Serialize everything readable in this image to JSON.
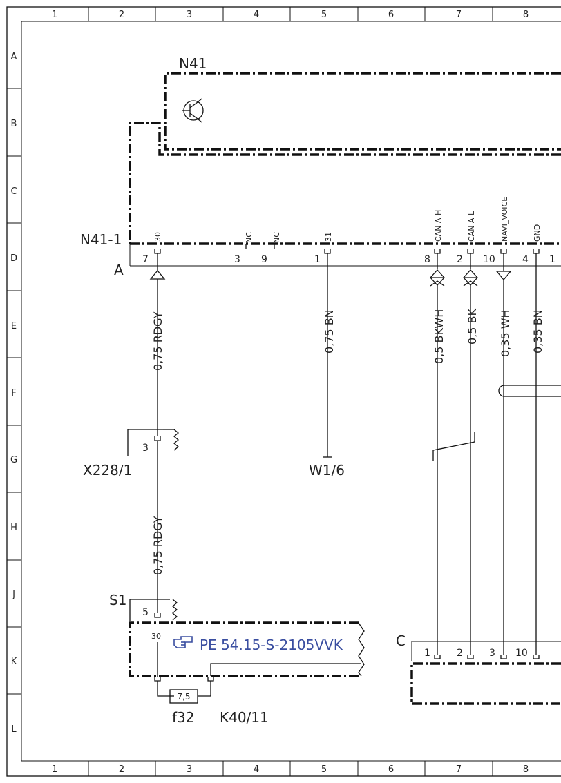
{
  "grid": {
    "columns": [
      "1",
      "2",
      "3",
      "4",
      "5",
      "6",
      "7",
      "8"
    ],
    "rows": [
      "A",
      "B",
      "C",
      "D",
      "E",
      "F",
      "G",
      "H",
      "J",
      "K",
      "L"
    ]
  },
  "components": {
    "n41": "N41",
    "n41_1": "N41-1",
    "connector_a": "A",
    "x228_1": "X228/1",
    "w1_6": "W1/6",
    "s1": "S1",
    "f32": "f32",
    "k40_11": "K40/11",
    "connector_c": "C"
  },
  "connector_a_pins": {
    "p7": "7",
    "p3": "3",
    "p9": "9",
    "p1": "1",
    "p8": "8",
    "p2": "2",
    "p10": "10",
    "p4": "4",
    "p1b": "1"
  },
  "pin_signals": {
    "s30": "30",
    "nc1": "NC",
    "nc2": "NC",
    "s31": "31",
    "can_a_h": "CAN A H",
    "can_a_l": "CAN A L",
    "navi_voice": "NAVI_VOICE",
    "gnd": "GND"
  },
  "wires": {
    "w1": "0,75 RDGY",
    "w2": "0,75 BN",
    "w3": "0,5 BKWH",
    "w4": "0,5 BK",
    "w5": "0,35 WH",
    "w6": "0,35 BN",
    "w7": "0,75 RDGY"
  },
  "x228_pin": "3",
  "s1_pins": {
    "p5": "5",
    "p30": "30"
  },
  "reference": "PE 54.15-S-2105VVK",
  "fuse_value": "7,5",
  "connector_c_pins": {
    "p1": "1",
    "p2": "2",
    "p3": "3",
    "p10": "10"
  },
  "icons": [
    "transistor-icon",
    "hand-pointer-icon",
    "triangle-connector-icon",
    "double-diamond-connector-icon"
  ]
}
